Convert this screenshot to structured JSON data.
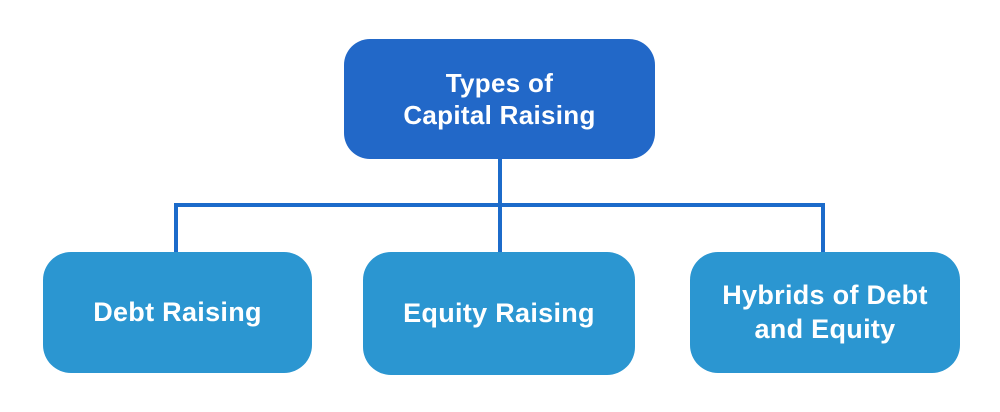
{
  "diagram": {
    "type": "hierarchy-flowchart",
    "root": {
      "label": "Types of\nCapital Raising"
    },
    "children": [
      {
        "label": "Debt Raising"
      },
      {
        "label": "Equity Raising"
      },
      {
        "label": "Hybrids of Debt\nand Equity"
      }
    ],
    "colors": {
      "root_fill": "#2268c8",
      "child_fill": "#2b96d1",
      "line": "#1c6bca",
      "text": "#ffffff",
      "background": "#ffffff"
    }
  }
}
